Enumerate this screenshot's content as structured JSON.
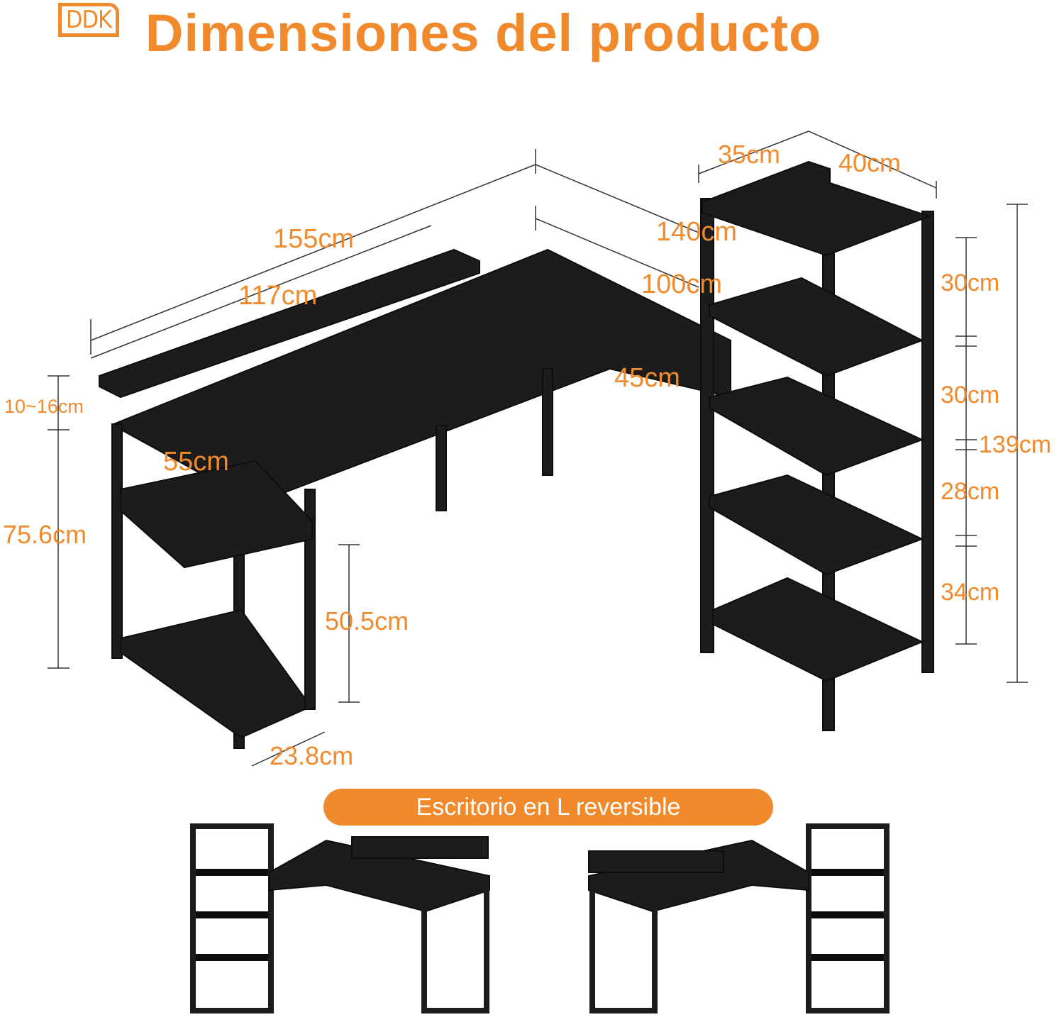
{
  "header": {
    "logo_text": "DDK",
    "title": "Dimensiones del producto"
  },
  "dimensions": {
    "total_width": "155cm",
    "desk_width": "117cm",
    "total_side_length": "140cm",
    "side_desk_length": "100cm",
    "shelf_unit_width": "35cm",
    "shelf_unit_depth": "40cm",
    "side_desk_depth": "45cm",
    "desk_depth": "55cm",
    "monitor_stand_height": "10~16cm",
    "desk_height": "75.6cm",
    "shelf_clearance_height": "50.5cm",
    "shelf_depth": "23.8cm",
    "tier_1_height": "30cm",
    "tier_2_height": "30cm",
    "tier_3_height": "28cm",
    "tier_4_height": "34cm",
    "shelf_unit_height": "139cm"
  },
  "banner": {
    "label": "Escritorio en L reversible"
  },
  "colors": {
    "accent": "#f08a2c",
    "furniture": "#1c1c1c",
    "line": "#333333"
  }
}
